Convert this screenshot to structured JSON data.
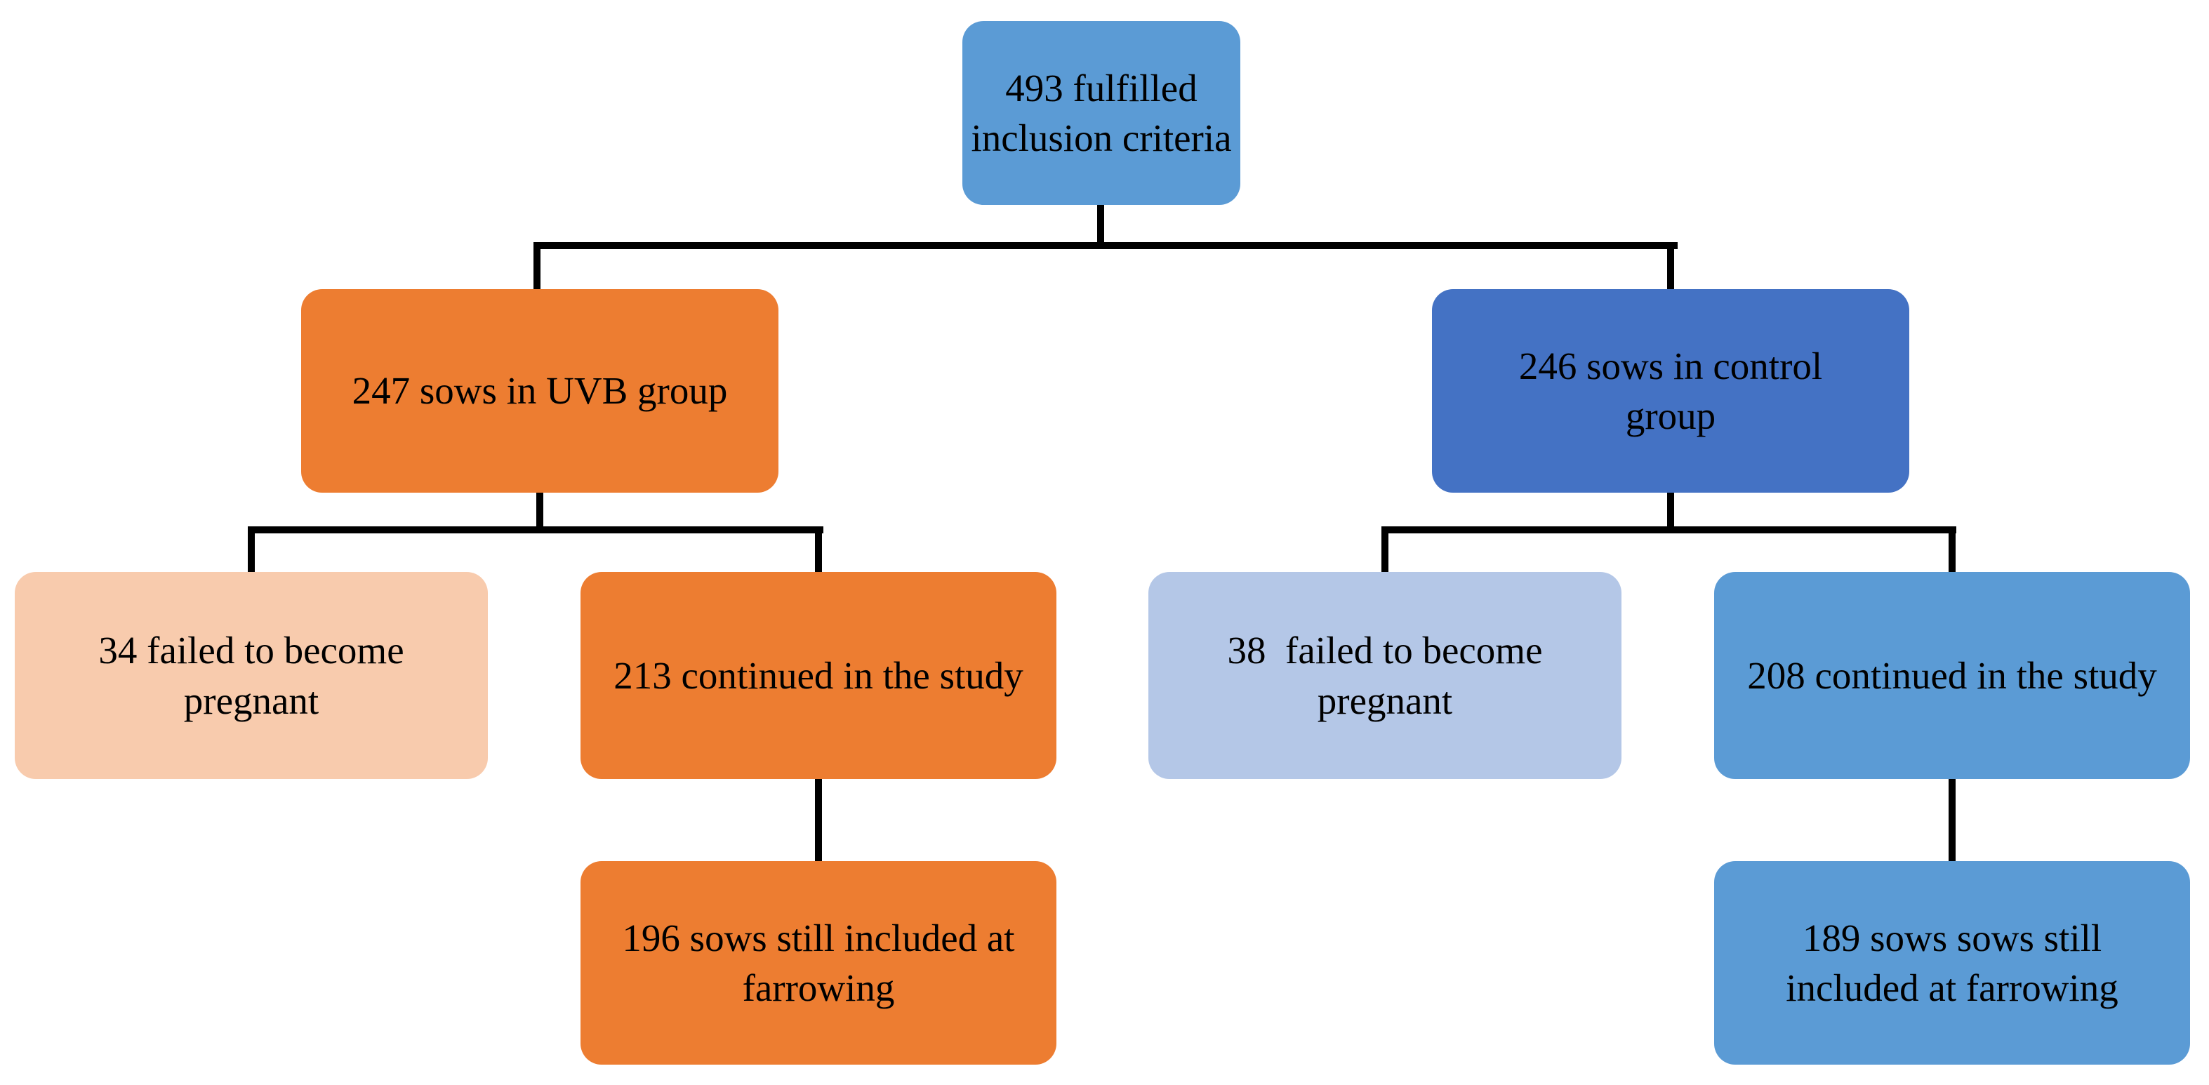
{
  "diagram": {
    "type": "study-flowchart",
    "background": "#FFFFFF",
    "colors": {
      "medium_blue": "#5B9BD5",
      "dark_blue": "#4472C4",
      "light_blue": "#B4C7E7",
      "orange": "#ED7D31",
      "peach": "#F8CBAD",
      "connector": "#000000",
      "text": "#000000"
    },
    "nodes": {
      "root": {
        "label": "493 fulfilled inclusion criteria",
        "color_key": "medium_blue"
      },
      "uvb_group": {
        "label": "247 sows in UVB group",
        "color_key": "orange"
      },
      "control_group": {
        "label": "246 sows in control group",
        "color_key": "dark_blue"
      },
      "uvb_failed": {
        "label": "34 failed to become pregnant",
        "color_key": "peach"
      },
      "uvb_continued": {
        "label": "213 continued in the study",
        "color_key": "orange"
      },
      "control_failed": {
        "label": "38  failed to become pregnant",
        "color_key": "light_blue"
      },
      "control_continued": {
        "label": "208 continued in the study",
        "color_key": "medium_blue"
      },
      "uvb_farrowing": {
        "label": "196 sows still included at farrowing",
        "color_key": "orange"
      },
      "control_farrowing": {
        "label": "189 sows sows still included at farrowing",
        "color_key": "medium_blue"
      }
    },
    "edges": [
      {
        "from": "root",
        "to": "uvb_group"
      },
      {
        "from": "root",
        "to": "control_group"
      },
      {
        "from": "uvb_group",
        "to": "uvb_failed"
      },
      {
        "from": "uvb_group",
        "to": "uvb_continued"
      },
      {
        "from": "control_group",
        "to": "control_failed"
      },
      {
        "from": "control_group",
        "to": "control_continued"
      },
      {
        "from": "uvb_continued",
        "to": "uvb_farrowing"
      },
      {
        "from": "control_continued",
        "to": "control_farrowing"
      }
    ]
  }
}
